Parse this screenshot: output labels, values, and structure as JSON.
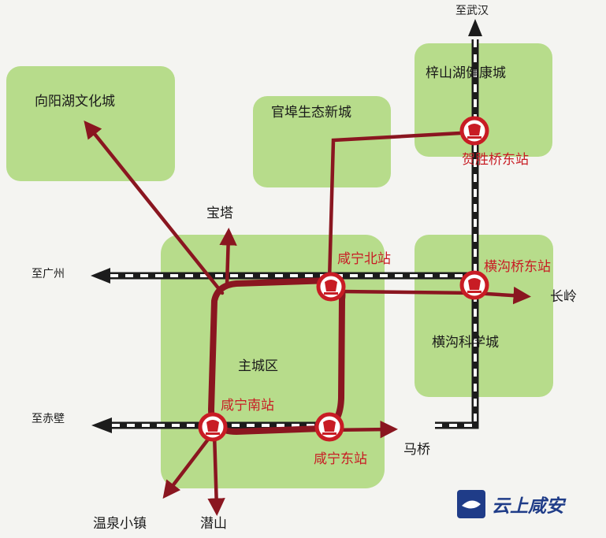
{
  "zones": [
    {
      "id": "xiangyanghu",
      "label": "向阳湖文化城"
    },
    {
      "id": "guanbu",
      "label": "官埠生态新城"
    },
    {
      "id": "zishanhu",
      "label": "梓山湖健康城"
    },
    {
      "id": "main",
      "label": "主城区"
    },
    {
      "id": "henggou",
      "label": "横沟科学城"
    }
  ],
  "stations": [
    {
      "id": "hesheng",
      "label": "贺胜桥东站"
    },
    {
      "id": "xianning-north",
      "label": "咸宁北站"
    },
    {
      "id": "henggou-bridge",
      "label": "横沟桥东站"
    },
    {
      "id": "xianning-south",
      "label": "咸宁南站"
    },
    {
      "id": "xianning-east",
      "label": "咸宁东站"
    }
  ],
  "directions": {
    "wuhan": "至武汉",
    "guangzhou": "至广州",
    "chibi": "至赤壁"
  },
  "destinations": {
    "baota": "宝塔",
    "changling": "长岭",
    "maqiao": "马桥",
    "wenquan": "温泉小镇",
    "qianshan": "潜山"
  },
  "colors": {
    "zone": "#b7dc8b",
    "route": "#8a1620",
    "station_label": "#c81c24",
    "logo": "#1f3c88"
  },
  "logo": {
    "text": "云上咸安",
    "icon": "xianan-logo-icon"
  }
}
